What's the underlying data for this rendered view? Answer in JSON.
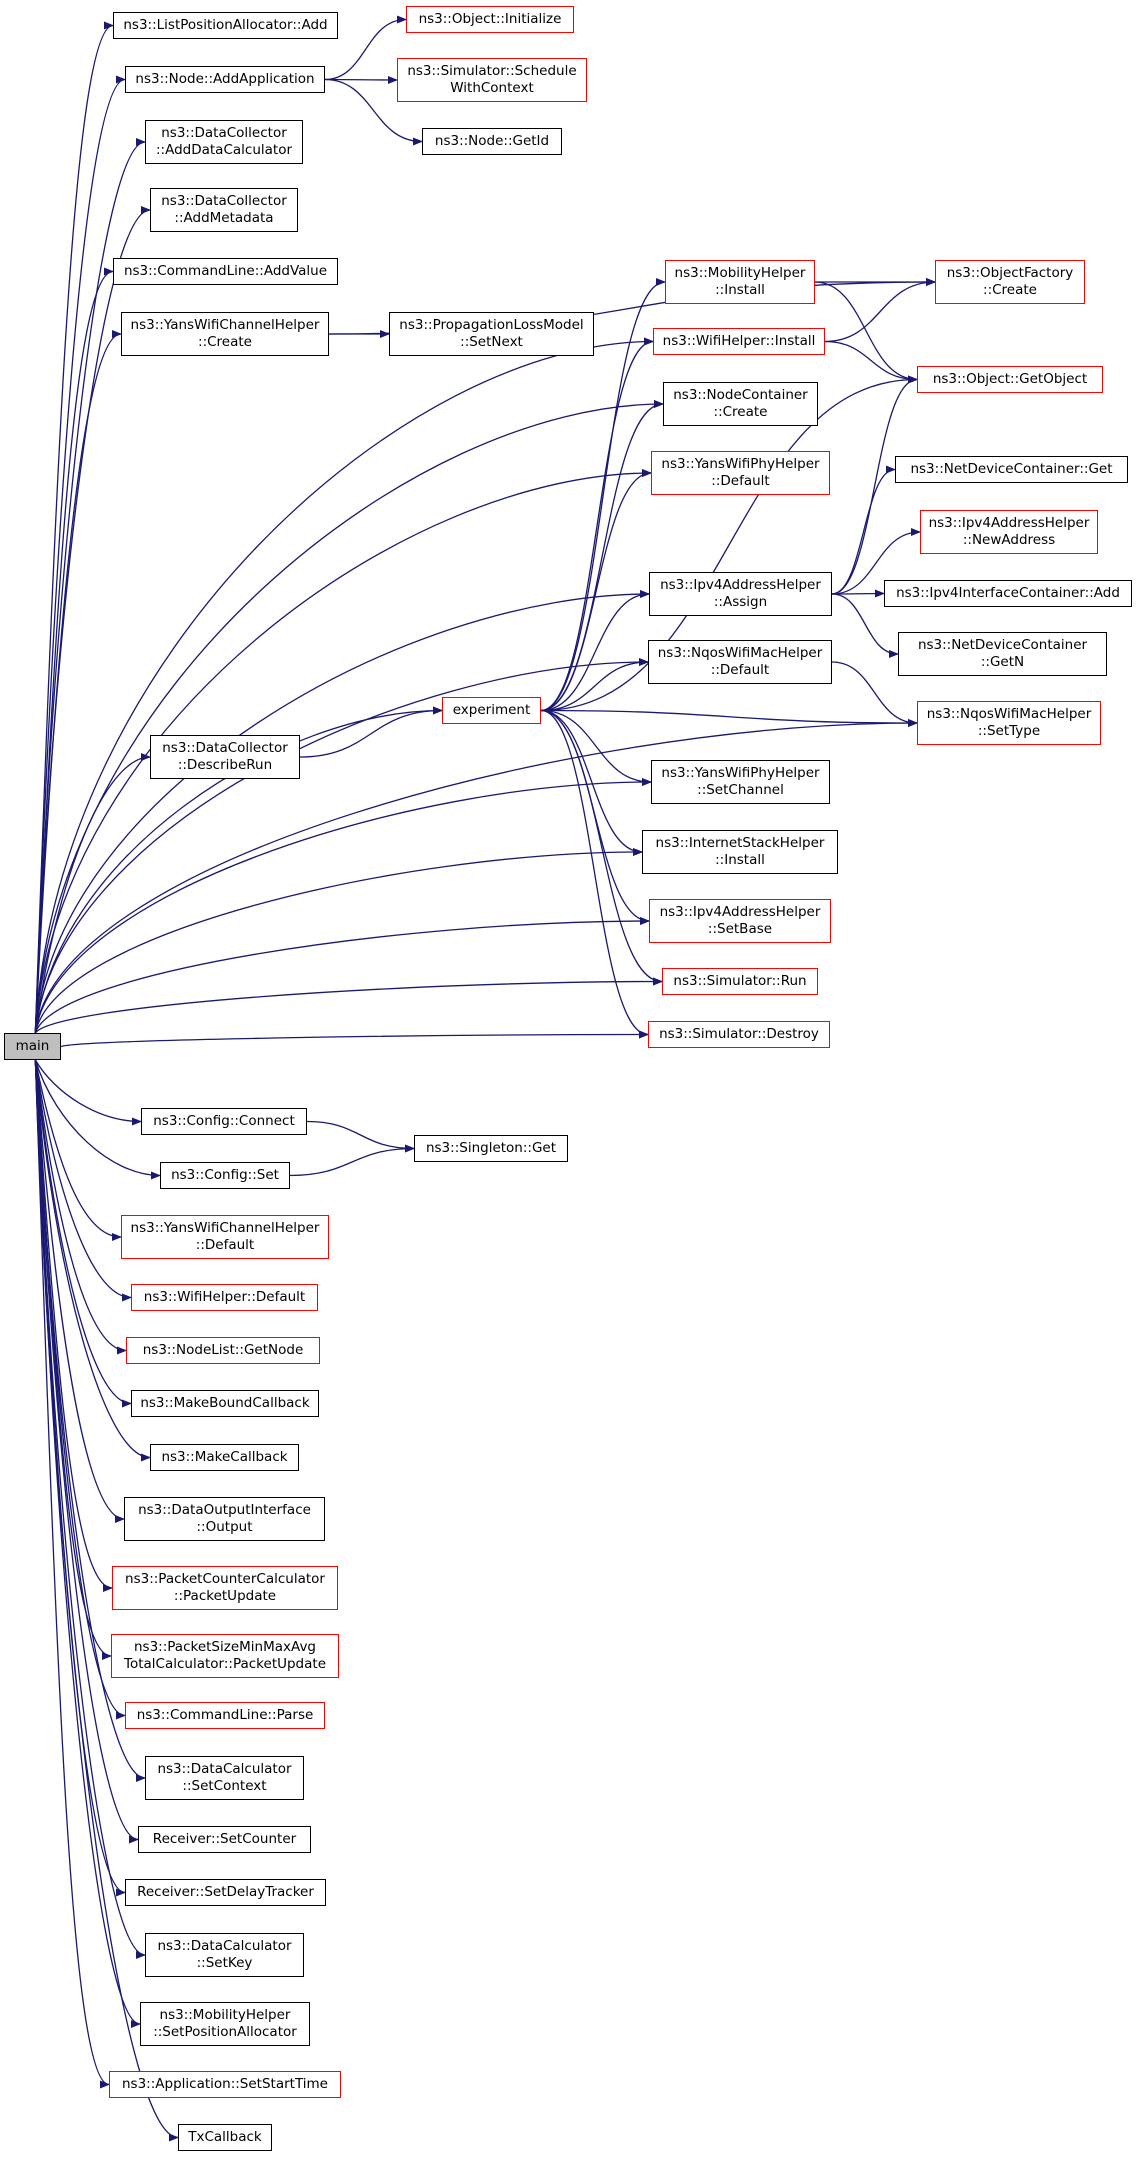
{
  "colors": {
    "edge": "#191970",
    "external_border": "#ff0000",
    "internal_border": "#000000",
    "root_fill": "#bfbfbf"
  },
  "nodes": {
    "main": {
      "lines": [
        "main"
      ],
      "style": "root"
    },
    "list_position_allocator_add": {
      "lines": [
        "ns3::ListPositionAllocator::Add"
      ],
      "style": "normal"
    },
    "node_add_application": {
      "lines": [
        "ns3::Node::AddApplication"
      ],
      "style": "normal"
    },
    "object_initialize": {
      "lines": [
        "ns3::Object::Initialize"
      ],
      "style": "red"
    },
    "simulator_schedule_with_context": {
      "lines": [
        "ns3::Simulator::Schedule",
        "WithContext"
      ],
      "style": "red"
    },
    "node_get_id": {
      "lines": [
        "ns3::Node::GetId"
      ],
      "style": "normal"
    },
    "data_collector_add_data_calculator": {
      "lines": [
        "ns3::DataCollector",
        "::AddDataCalculator"
      ],
      "style": "normal"
    },
    "data_collector_add_metadata": {
      "lines": [
        "ns3::DataCollector",
        "::AddMetadata"
      ],
      "style": "normal"
    },
    "command_line_add_value": {
      "lines": [
        "ns3::CommandLine::AddValue"
      ],
      "style": "normal"
    },
    "yans_wifi_channel_helper_create": {
      "lines": [
        "ns3::YansWifiChannelHelper",
        "::Create"
      ],
      "style": "normal"
    },
    "propagation_loss_model_set_next": {
      "lines": [
        "ns3::PropagationLossModel",
        "::SetNext"
      ],
      "style": "normal"
    },
    "mobility_helper_install": {
      "lines": [
        "ns3::MobilityHelper",
        "::Install"
      ],
      "style": "red"
    },
    "object_factory_create": {
      "lines": [
        "ns3::ObjectFactory",
        "::Create"
      ],
      "style": "red"
    },
    "wifi_helper_install": {
      "lines": [
        "ns3::WifiHelper::Install"
      ],
      "style": "red"
    },
    "object_get_object": {
      "lines": [
        "ns3::Object::GetObject"
      ],
      "style": "red"
    },
    "node_container_create": {
      "lines": [
        "ns3::NodeContainer",
        "::Create"
      ],
      "style": "normal"
    },
    "yans_wifi_phy_helper_default": {
      "lines": [
        "ns3::YansWifiPhyHelper",
        "::Default"
      ],
      "style": "red"
    },
    "net_device_container_get": {
      "lines": [
        "ns3::NetDeviceContainer::Get"
      ],
      "style": "normal"
    },
    "ipv4_address_helper_new_address": {
      "lines": [
        "ns3::Ipv4AddressHelper",
        "::NewAddress"
      ],
      "style": "red"
    },
    "ipv4_address_helper_assign": {
      "lines": [
        "ns3::Ipv4AddressHelper",
        "::Assign"
      ],
      "style": "normal"
    },
    "ipv4_interface_container_add": {
      "lines": [
        "ns3::Ipv4InterfaceContainer::Add"
      ],
      "style": "normal"
    },
    "net_device_container_get_n": {
      "lines": [
        "ns3::NetDeviceContainer",
        "::GetN"
      ],
      "style": "normal"
    },
    "nqos_wifi_mac_helper_default": {
      "lines": [
        "ns3::NqosWifiMacHelper",
        "::Default"
      ],
      "style": "normal"
    },
    "experiment": {
      "lines": [
        "experiment"
      ],
      "style": "red"
    },
    "nqos_wifi_mac_helper_set_type": {
      "lines": [
        "ns3::NqosWifiMacHelper",
        "::SetType"
      ],
      "style": "red"
    },
    "data_collector_describe_run": {
      "lines": [
        "ns3::DataCollector",
        "::DescribeRun"
      ],
      "style": "normal"
    },
    "yans_wifi_phy_helper_set_channel": {
      "lines": [
        "ns3::YansWifiPhyHelper",
        "::SetChannel"
      ],
      "style": "normal"
    },
    "internet_stack_helper_install": {
      "lines": [
        "ns3::InternetStackHelper",
        "::Install"
      ],
      "style": "normal"
    },
    "ipv4_address_helper_set_base": {
      "lines": [
        "ns3::Ipv4AddressHelper",
        "::SetBase"
      ],
      "style": "red"
    },
    "simulator_run": {
      "lines": [
        "ns3::Simulator::Run"
      ],
      "style": "red"
    },
    "simulator_destroy": {
      "lines": [
        "ns3::Simulator::Destroy"
      ],
      "style": "red"
    },
    "config_connect": {
      "lines": [
        "ns3::Config::Connect"
      ],
      "style": "normal"
    },
    "singleton_get": {
      "lines": [
        "ns3::Singleton::Get"
      ],
      "style": "normal"
    },
    "config_set": {
      "lines": [
        "ns3::Config::Set"
      ],
      "style": "normal"
    },
    "yans_wifi_channel_helper_default": {
      "lines": [
        "ns3::YansWifiChannelHelper",
        "::Default"
      ],
      "style": "red"
    },
    "wifi_helper_default": {
      "lines": [
        "ns3::WifiHelper::Default"
      ],
      "style": "red"
    },
    "node_list_get_node": {
      "lines": [
        "ns3::NodeList::GetNode"
      ],
      "style": "red"
    },
    "make_bound_callback": {
      "lines": [
        "ns3::MakeBoundCallback"
      ],
      "style": "normal"
    },
    "make_callback": {
      "lines": [
        "ns3::MakeCallback"
      ],
      "style": "normal"
    },
    "data_output_interface_output": {
      "lines": [
        "ns3::DataOutputInterface",
        "::Output"
      ],
      "style": "normal"
    },
    "packet_counter_calculator_packet_update": {
      "lines": [
        "ns3::PacketCounterCalculator",
        "::PacketUpdate"
      ],
      "style": "red"
    },
    "packet_size_min_max_avg_packet_update": {
      "lines": [
        "ns3::PacketSizeMinMaxAvg",
        "TotalCalculator::PacketUpdate"
      ],
      "style": "red"
    },
    "command_line_parse": {
      "lines": [
        "ns3::CommandLine::Parse"
      ],
      "style": "red"
    },
    "data_calculator_set_context": {
      "lines": [
        "ns3::DataCalculator",
        "::SetContext"
      ],
      "style": "normal"
    },
    "receiver_set_counter": {
      "lines": [
        "Receiver::SetCounter"
      ],
      "style": "normal"
    },
    "receiver_set_delay_tracker": {
      "lines": [
        "Receiver::SetDelayTracker"
      ],
      "style": "normal"
    },
    "data_calculator_set_key": {
      "lines": [
        "ns3::DataCalculator",
        "::SetKey"
      ],
      "style": "normal"
    },
    "mobility_helper_set_position_allocator": {
      "lines": [
        "ns3::MobilityHelper",
        "::SetPositionAllocator"
      ],
      "style": "normal"
    },
    "application_set_start_time": {
      "lines": [
        "ns3::Application::SetStartTime"
      ],
      "style": "red"
    },
    "tx_callback": {
      "lines": [
        "TxCallback"
      ],
      "style": "normal"
    }
  },
  "edges": [
    [
      "main",
      "list_position_allocator_add"
    ],
    [
      "main",
      "node_add_application"
    ],
    [
      "main",
      "data_collector_add_data_calculator"
    ],
    [
      "main",
      "data_collector_add_metadata"
    ],
    [
      "main",
      "command_line_add_value"
    ],
    [
      "main",
      "yans_wifi_channel_helper_create"
    ],
    [
      "main",
      "wifi_helper_install"
    ],
    [
      "main",
      "node_container_create"
    ],
    [
      "main",
      "yans_wifi_phy_helper_default"
    ],
    [
      "main",
      "ipv4_address_helper_assign"
    ],
    [
      "main",
      "nqos_wifi_mac_helper_default"
    ],
    [
      "main",
      "experiment"
    ],
    [
      "main",
      "data_collector_describe_run"
    ],
    [
      "main",
      "yans_wifi_phy_helper_set_channel"
    ],
    [
      "main",
      "internet_stack_helper_install"
    ],
    [
      "main",
      "ipv4_address_helper_set_base"
    ],
    [
      "main",
      "simulator_run"
    ],
    [
      "main",
      "simulator_destroy"
    ],
    [
      "main",
      "nqos_wifi_mac_helper_set_type"
    ],
    [
      "main",
      "config_connect"
    ],
    [
      "main",
      "config_set"
    ],
    [
      "main",
      "yans_wifi_channel_helper_default"
    ],
    [
      "main",
      "wifi_helper_default"
    ],
    [
      "main",
      "node_list_get_node"
    ],
    [
      "main",
      "make_bound_callback"
    ],
    [
      "main",
      "make_callback"
    ],
    [
      "main",
      "data_output_interface_output"
    ],
    [
      "main",
      "packet_counter_calculator_packet_update"
    ],
    [
      "main",
      "packet_size_min_max_avg_packet_update"
    ],
    [
      "main",
      "command_line_parse"
    ],
    [
      "main",
      "data_calculator_set_context"
    ],
    [
      "main",
      "receiver_set_counter"
    ],
    [
      "main",
      "receiver_set_delay_tracker"
    ],
    [
      "main",
      "data_calculator_set_key"
    ],
    [
      "main",
      "mobility_helper_set_position_allocator"
    ],
    [
      "main",
      "application_set_start_time"
    ],
    [
      "main",
      "tx_callback"
    ],
    [
      "node_add_application",
      "object_initialize"
    ],
    [
      "node_add_application",
      "simulator_schedule_with_context"
    ],
    [
      "node_add_application",
      "node_get_id"
    ],
    [
      "yans_wifi_channel_helper_create",
      "object_factory_create"
    ],
    [
      "yans_wifi_channel_helper_create",
      "propagation_loss_model_set_next"
    ],
    [
      "mobility_helper_install",
      "object_factory_create"
    ],
    [
      "mobility_helper_install",
      "object_get_object"
    ],
    [
      "wifi_helper_install",
      "object_factory_create"
    ],
    [
      "wifi_helper_install",
      "object_get_object"
    ],
    [
      "ipv4_address_helper_assign",
      "object_get_object"
    ],
    [
      "ipv4_address_helper_assign",
      "net_device_container_get"
    ],
    [
      "ipv4_address_helper_assign",
      "ipv4_address_helper_new_address"
    ],
    [
      "ipv4_address_helper_assign",
      "ipv4_interface_container_add"
    ],
    [
      "ipv4_address_helper_assign",
      "net_device_container_get_n"
    ],
    [
      "nqos_wifi_mac_helper_default",
      "nqos_wifi_mac_helper_set_type"
    ],
    [
      "experiment",
      "mobility_helper_install"
    ],
    [
      "experiment",
      "wifi_helper_install"
    ],
    [
      "experiment",
      "node_container_create"
    ],
    [
      "experiment",
      "yans_wifi_phy_helper_default"
    ],
    [
      "experiment",
      "object_get_object"
    ],
    [
      "experiment",
      "ipv4_address_helper_assign"
    ],
    [
      "experiment",
      "nqos_wifi_mac_helper_default"
    ],
    [
      "experiment",
      "nqos_wifi_mac_helper_set_type"
    ],
    [
      "experiment",
      "yans_wifi_phy_helper_set_channel"
    ],
    [
      "experiment",
      "internet_stack_helper_install"
    ],
    [
      "experiment",
      "ipv4_address_helper_set_base"
    ],
    [
      "experiment",
      "simulator_run"
    ],
    [
      "experiment",
      "simulator_destroy"
    ],
    [
      "data_collector_describe_run",
      "experiment"
    ],
    [
      "config_connect",
      "singleton_get"
    ],
    [
      "config_set",
      "singleton_get"
    ]
  ]
}
